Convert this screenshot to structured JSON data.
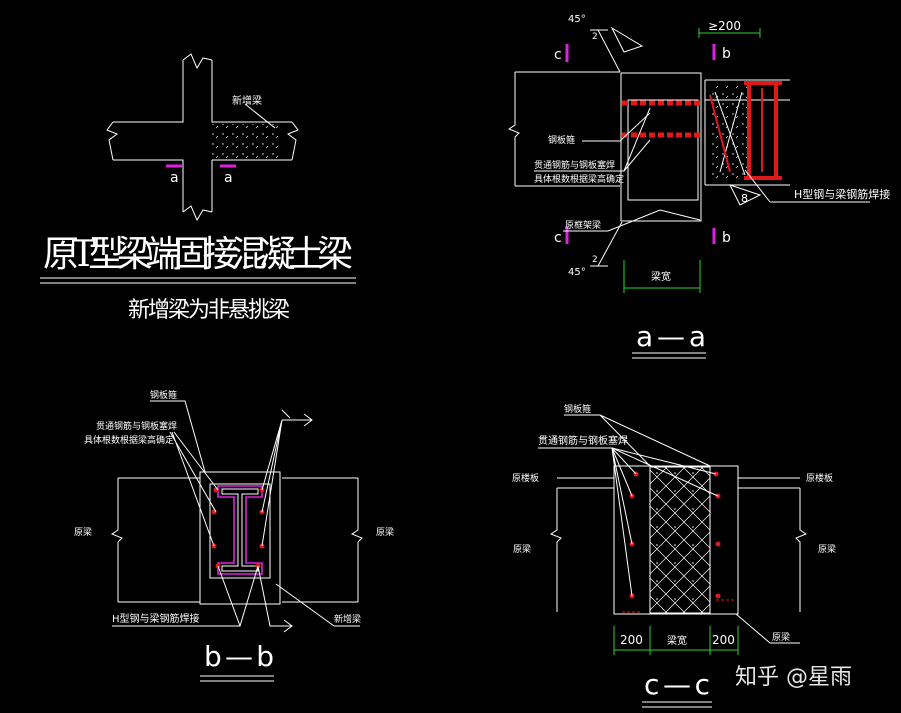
{
  "title": "原T型梁端固接混凝土梁",
  "subtitle": "新增梁为非悬挑梁",
  "watermark": "知乎 @星雨",
  "colors": {
    "line": "#ffffff",
    "dim": "#2bd52b",
    "mark": "#e020e0",
    "steel": "#e01818"
  },
  "plan": {
    "label_new_beam": "新增梁",
    "section_mark_left": "a",
    "section_mark_right": "a"
  },
  "section_aa": {
    "name": "a—a",
    "angle_top": "45°",
    "weld_top": "2",
    "angle_bottom": "45°",
    "weld_bottom": "2",
    "dim_top": "≥200",
    "dim_bottom": "梁宽",
    "mark_c_top": "c",
    "mark_c_bottom": "c",
    "mark_b_top": "b",
    "mark_b_bottom": "b",
    "label_plate": "钢板箍",
    "label_rebar_line1": "贯通钢筋与钢板塞焊",
    "label_rebar_line2": "具体根数根据梁高确定",
    "label_orig_beam": "原框架梁",
    "label_weld_h": "H型钢与梁钢筋焊接",
    "weld_size": "8"
  },
  "section_bb": {
    "name": "b—b",
    "label_plate": "钢板箍",
    "label_rebar_line1": "贯通钢筋与钢板塞焊",
    "label_rebar_line2": "具体根数根据梁高确定",
    "label_orig_left": "原梁",
    "label_orig_right": "原梁",
    "label_weld_h": "H型钢与梁钢筋焊接",
    "label_new_beam": "新增梁"
  },
  "section_cc": {
    "name": "c—c",
    "label_plate": "钢板箍",
    "label_rebar": "贯通钢筋与钢板塞焊",
    "label_slab_left": "原楼板",
    "label_slab_right": "原楼板",
    "label_beam_left": "原梁",
    "label_beam_right": "原梁",
    "label_orig_beam": "原梁",
    "dim_left": "200",
    "dim_mid": "梁宽",
    "dim_right": "200"
  }
}
